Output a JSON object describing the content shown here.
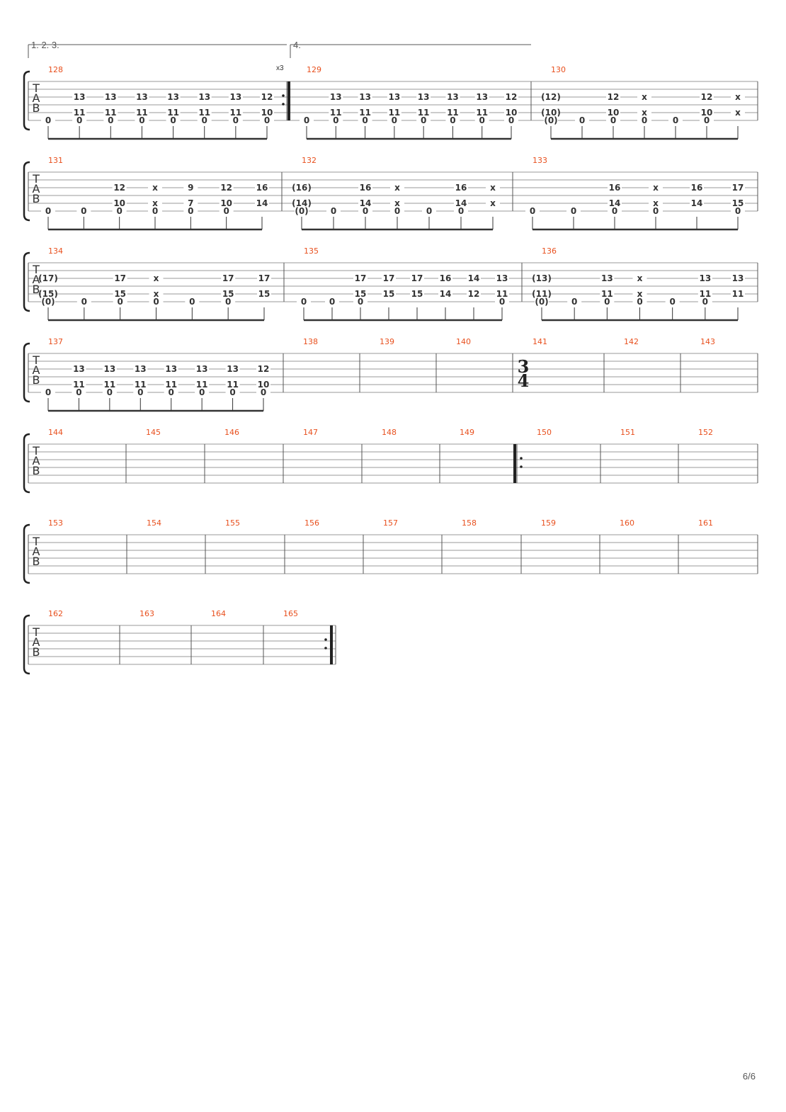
{
  "page": {
    "number_label": "6/6"
  },
  "tab_clef": [
    "T",
    "A",
    "B"
  ],
  "voltas": [
    {
      "label": "1. 2. 3."
    },
    {
      "label": "4."
    }
  ],
  "repeat_count": "x3",
  "time_signature": {
    "top": "3",
    "bottom": "4"
  },
  "systems": [
    {
      "measures": [
        {
          "number": "128",
          "notes": [
            {
              "t": "0",
              "s": 6
            },
            {
              "t": "13",
              "s": 3
            },
            {
              "t": "11",
              "s": 5
            },
            {
              "t": "0",
              "s": 6
            },
            {
              "t": "13",
              "s": 3
            },
            {
              "t": "11",
              "s": 5
            },
            {
              "t": "0",
              "s": 6
            },
            {
              "t": "13",
              "s": 3
            },
            {
              "t": "11",
              "s": 5
            },
            {
              "t": "0",
              "s": 6
            },
            {
              "t": "13",
              "s": 3
            },
            {
              "t": "11",
              "s": 5
            },
            {
              "t": "0",
              "s": 6
            },
            {
              "t": "13",
              "s": 3
            },
            {
              "t": "11",
              "s": 5
            },
            {
              "t": "0",
              "s": 6
            },
            {
              "t": "13",
              "s": 3
            },
            {
              "t": "11",
              "s": 5
            },
            {
              "t": "0",
              "s": 6
            },
            {
              "t": "12",
              "s": 3
            },
            {
              "t": "10",
              "s": 5
            },
            {
              "t": "0",
              "s": 6
            }
          ]
        },
        {
          "number": "129",
          "notes": [
            {
              "t": "0",
              "s": 6
            },
            {
              "t": "13",
              "s": 3
            },
            {
              "t": "11",
              "s": 5
            },
            {
              "t": "0",
              "s": 6
            },
            {
              "t": "13",
              "s": 3
            },
            {
              "t": "11",
              "s": 5
            },
            {
              "t": "0",
              "s": 6
            },
            {
              "t": "13",
              "s": 3
            },
            {
              "t": "11",
              "s": 5
            },
            {
              "t": "0",
              "s": 6
            },
            {
              "t": "13",
              "s": 3
            },
            {
              "t": "11",
              "s": 5
            },
            {
              "t": "0",
              "s": 6
            },
            {
              "t": "13",
              "s": 3
            },
            {
              "t": "11",
              "s": 5
            },
            {
              "t": "0",
              "s": 6
            },
            {
              "t": "13",
              "s": 3
            },
            {
              "t": "11",
              "s": 5
            },
            {
              "t": "0",
              "s": 6
            },
            {
              "t": "12",
              "s": 3
            },
            {
              "t": "10",
              "s": 5
            },
            {
              "t": "0",
              "s": 6
            }
          ]
        },
        {
          "number": "130",
          "notes": [
            {
              "t": "(12)",
              "s": 3
            },
            {
              "t": "(10)",
              "s": 5
            },
            {
              "t": "(0)",
              "s": 6
            },
            {
              "t": "0",
              "s": 6
            },
            {
              "t": "12",
              "s": 3
            },
            {
              "t": "10",
              "s": 5
            },
            {
              "t": "0",
              "s": 6
            },
            {
              "t": "x",
              "s": 3
            },
            {
              "t": "x",
              "s": 5
            },
            {
              "t": "0",
              "s": 6
            },
            {
              "t": "0",
              "s": 6
            },
            {
              "t": "12",
              "s": 3
            },
            {
              "t": "10",
              "s": 5
            },
            {
              "t": "0",
              "s": 6
            },
            {
              "t": "x",
              "s": 3
            },
            {
              "t": "x",
              "s": 5
            }
          ]
        }
      ]
    },
    {
      "measures": [
        {
          "number": "131",
          "notes": [
            {
              "t": "0",
              "s": 6
            },
            {
              "t": "0",
              "s": 6
            },
            {
              "t": "12",
              "s": 3
            },
            {
              "t": "10",
              "s": 5
            },
            {
              "t": "0",
              "s": 6
            },
            {
              "t": "x",
              "s": 3
            },
            {
              "t": "x",
              "s": 5
            },
            {
              "t": "0",
              "s": 6
            },
            {
              "t": "9",
              "s": 3
            },
            {
              "t": "7",
              "s": 5
            },
            {
              "t": "0",
              "s": 6
            },
            {
              "t": "12",
              "s": 3
            },
            {
              "t": "10",
              "s": 5
            },
            {
              "t": "0",
              "s": 6
            },
            {
              "t": "16",
              "s": 3
            },
            {
              "t": "14",
              "s": 5
            }
          ]
        },
        {
          "number": "132",
          "notes": [
            {
              "t": "(16)",
              "s": 3
            },
            {
              "t": "(14)",
              "s": 5
            },
            {
              "t": "(0)",
              "s": 6
            },
            {
              "t": "0",
              "s": 6
            },
            {
              "t": "16",
              "s": 3
            },
            {
              "t": "14",
              "s": 5
            },
            {
              "t": "0",
              "s": 6
            },
            {
              "t": "x",
              "s": 3
            },
            {
              "t": "x",
              "s": 5
            },
            {
              "t": "0",
              "s": 6
            },
            {
              "t": "0",
              "s": 6
            },
            {
              "t": "16",
              "s": 3
            },
            {
              "t": "14",
              "s": 5
            },
            {
              "t": "0",
              "s": 6
            },
            {
              "t": "x",
              "s": 3
            },
            {
              "t": "x",
              "s": 5
            }
          ]
        },
        {
          "number": "133",
          "notes": [
            {
              "t": "0",
              "s": 6
            },
            {
              "t": "0",
              "s": 6
            },
            {
              "t": "16",
              "s": 3
            },
            {
              "t": "14",
              "s": 5
            },
            {
              "t": "0",
              "s": 6
            },
            {
              "t": "x",
              "s": 3
            },
            {
              "t": "x",
              "s": 5
            },
            {
              "t": "0",
              "s": 6
            },
            {
              "t": "16",
              "s": 3
            },
            {
              "t": "14",
              "s": 5
            },
            {
              "t": "17",
              "s": 3
            },
            {
              "t": "15",
              "s": 5
            },
            {
              "t": "0",
              "s": 6
            }
          ]
        }
      ]
    },
    {
      "measures": [
        {
          "number": "134",
          "notes": [
            {
              "t": "(17)",
              "s": 3
            },
            {
              "t": "(15)",
              "s": 5
            },
            {
              "t": "(0)",
              "s": 6
            },
            {
              "t": "0",
              "s": 6
            },
            {
              "t": "17",
              "s": 3
            },
            {
              "t": "15",
              "s": 5
            },
            {
              "t": "0",
              "s": 6
            },
            {
              "t": "x",
              "s": 3
            },
            {
              "t": "x",
              "s": 5
            },
            {
              "t": "0",
              "s": 6
            },
            {
              "t": "0",
              "s": 6
            },
            {
              "t": "17",
              "s": 3
            },
            {
              "t": "15",
              "s": 5
            },
            {
              "t": "0",
              "s": 6
            },
            {
              "t": "17",
              "s": 3
            },
            {
              "t": "15",
              "s": 5
            }
          ]
        },
        {
          "number": "135",
          "notes": [
            {
              "t": "0",
              "s": 6
            },
            {
              "t": "0",
              "s": 6
            },
            {
              "t": "17",
              "s": 3
            },
            {
              "t": "15",
              "s": 5
            },
            {
              "t": "0",
              "s": 6
            },
            {
              "t": "17",
              "s": 3
            },
            {
              "t": "15",
              "s": 5
            },
            {
              "t": "17",
              "s": 3
            },
            {
              "t": "15",
              "s": 5
            },
            {
              "t": "16",
              "s": 3
            },
            {
              "t": "14",
              "s": 5
            },
            {
              "t": "14",
              "s": 3
            },
            {
              "t": "12",
              "s": 5
            },
            {
              "t": "13",
              "s": 3
            },
            {
              "t": "11",
              "s": 5
            },
            {
              "t": "0",
              "s": 6
            }
          ]
        },
        {
          "number": "136",
          "notes": [
            {
              "t": "(13)",
              "s": 3
            },
            {
              "t": "(11)",
              "s": 5
            },
            {
              "t": "(0)",
              "s": 6
            },
            {
              "t": "0",
              "s": 6
            },
            {
              "t": "13",
              "s": 3
            },
            {
              "t": "11",
              "s": 5
            },
            {
              "t": "0",
              "s": 6
            },
            {
              "t": "x",
              "s": 3
            },
            {
              "t": "x",
              "s": 5
            },
            {
              "t": "0",
              "s": 6
            },
            {
              "t": "0",
              "s": 6
            },
            {
              "t": "13",
              "s": 3
            },
            {
              "t": "11",
              "s": 5
            },
            {
              "t": "0",
              "s": 6
            },
            {
              "t": "13",
              "s": 3
            },
            {
              "t": "11",
              "s": 5
            }
          ]
        }
      ]
    },
    {
      "measures": [
        {
          "number": "137",
          "notes": [
            {
              "t": "0",
              "s": 6
            },
            {
              "t": "13",
              "s": 3
            },
            {
              "t": "11",
              "s": 5
            },
            {
              "t": "0",
              "s": 6
            },
            {
              "t": "13",
              "s": 3
            },
            {
              "t": "11",
              "s": 5
            },
            {
              "t": "0",
              "s": 6
            },
            {
              "t": "13",
              "s": 3
            },
            {
              "t": "11",
              "s": 5
            },
            {
              "t": "0",
              "s": 6
            },
            {
              "t": "13",
              "s": 3
            },
            {
              "t": "11",
              "s": 5
            },
            {
              "t": "0",
              "s": 6
            },
            {
              "t": "13",
              "s": 3
            },
            {
              "t": "11",
              "s": 5
            },
            {
              "t": "0",
              "s": 6
            },
            {
              "t": "13",
              "s": 3
            },
            {
              "t": "11",
              "s": 5
            },
            {
              "t": "0",
              "s": 6
            },
            {
              "t": "12",
              "s": 3
            },
            {
              "t": "10",
              "s": 5
            },
            {
              "t": "0",
              "s": 6
            }
          ]
        },
        {
          "number": "138",
          "notes": []
        },
        {
          "number": "139",
          "notes": []
        },
        {
          "number": "140",
          "notes": []
        },
        {
          "number": "141",
          "notes": []
        },
        {
          "number": "142",
          "notes": []
        },
        {
          "number": "143",
          "notes": []
        }
      ]
    },
    {
      "measures": [
        {
          "number": "144",
          "notes": []
        },
        {
          "number": "145",
          "notes": []
        },
        {
          "number": "146",
          "notes": []
        },
        {
          "number": "147",
          "notes": []
        },
        {
          "number": "148",
          "notes": []
        },
        {
          "number": "149",
          "notes": []
        },
        {
          "number": "150",
          "notes": []
        },
        {
          "number": "151",
          "notes": []
        },
        {
          "number": "152",
          "notes": []
        }
      ]
    },
    {
      "measures": [
        {
          "number": "153",
          "notes": []
        },
        {
          "number": "154",
          "notes": []
        },
        {
          "number": "155",
          "notes": []
        },
        {
          "number": "156",
          "notes": []
        },
        {
          "number": "157",
          "notes": []
        },
        {
          "number": "158",
          "notes": []
        },
        {
          "number": "159",
          "notes": []
        },
        {
          "number": "160",
          "notes": []
        },
        {
          "number": "161",
          "notes": []
        }
      ]
    },
    {
      "measures": [
        {
          "number": "162",
          "notes": []
        },
        {
          "number": "163",
          "notes": []
        },
        {
          "number": "164",
          "notes": []
        },
        {
          "number": "165",
          "notes": []
        }
      ]
    }
  ],
  "colors": {
    "measure_number": "#e8501e",
    "staff_line": "#999999",
    "ink": "#333333"
  }
}
